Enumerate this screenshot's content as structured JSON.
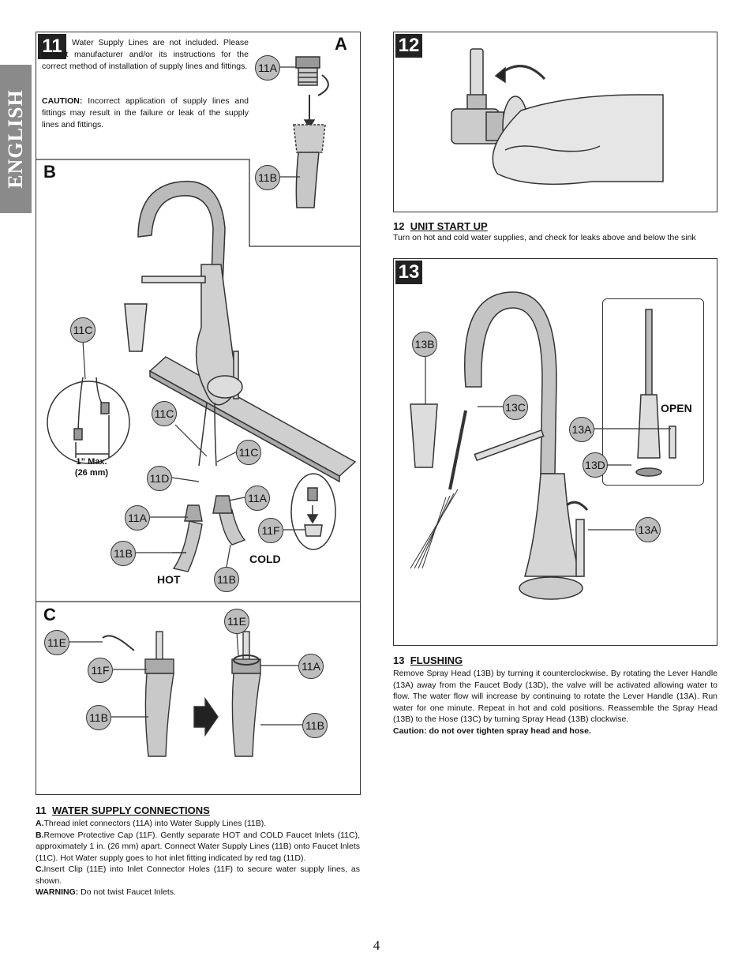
{
  "language_tab": "ENGLISH",
  "page_number": "4",
  "step11": {
    "number": "11",
    "section_a": "A",
    "section_b": "B",
    "section_c": "C",
    "note": "Water Supply Lines are not included. Please consult manufacturer and/or its instructions for the correct method of installation of supply lines and fittings.",
    "caution_label": "CAUTION:",
    "caution_text": " Incorrect application of supply lines and fittings may result in the failure or leak of the supply lines and fittings.",
    "max_label_1": "1” Max.",
    "max_label_2": "(26 mm)",
    "hot": "HOT",
    "cold": "COLD",
    "callouts": {
      "c11A": "11A",
      "c11B": "11B",
      "c11C": "11C",
      "c11D": "11D",
      "c11E": "11E",
      "c11F": "11F"
    },
    "caption_num": "11",
    "caption_title": "WATER SUPPLY CONNECTIONS",
    "caption_a_prefix": "A.",
    "caption_a": "Thread inlet connectors (11A) into Water Supply Lines (11B).",
    "caption_b_prefix": "B.",
    "caption_b": "Remove Protective Cap (11F). Gently separate HOT and COLD Faucet Inlets (11C), approximately 1 in. (26 mm) apart. Connect Water Supply Lines (11B) onto Faucet Inlets (11C). Hot Water supply goes to hot inlet fitting indicated by red tag (11D).",
    "caption_c_prefix": "C.",
    "caption_c": "Insert Clip (11E) into Inlet Connector Holes (11F) to secure water supply lines, as shown.",
    "warning_label": "WARNING:",
    "warning_text": " Do not twist Faucet Inlets."
  },
  "step12": {
    "number": "12",
    "caption_num": "12",
    "caption_title": "UNIT START UP",
    "caption_body": "Turn on hot and cold water supplies, and check for leaks above and below the sink"
  },
  "step13": {
    "number": "13",
    "open": "OPEN",
    "callouts": {
      "c13A": "13A",
      "c13B": "13B",
      "c13C": "13C",
      "c13D": "13D"
    },
    "caption_num": "13",
    "caption_title": "FLUSHING",
    "caption_body": "Remove Spray Head (13B) by turning it counterclockwise. By rotating the Lever Handle (13A) away from the Faucet Body (13D), the valve will be activated allowing water to flow. The water flow will increase by continuing to rotate the Lever Handle (13A). Run water for one minute. Repeat in hot and cold positions. Reassemble the Spray Head (13B) to the Hose (13C) by turning Spray Head (13B) clockwise.",
    "caution": "Caution: do not over tighten spray head and hose."
  }
}
